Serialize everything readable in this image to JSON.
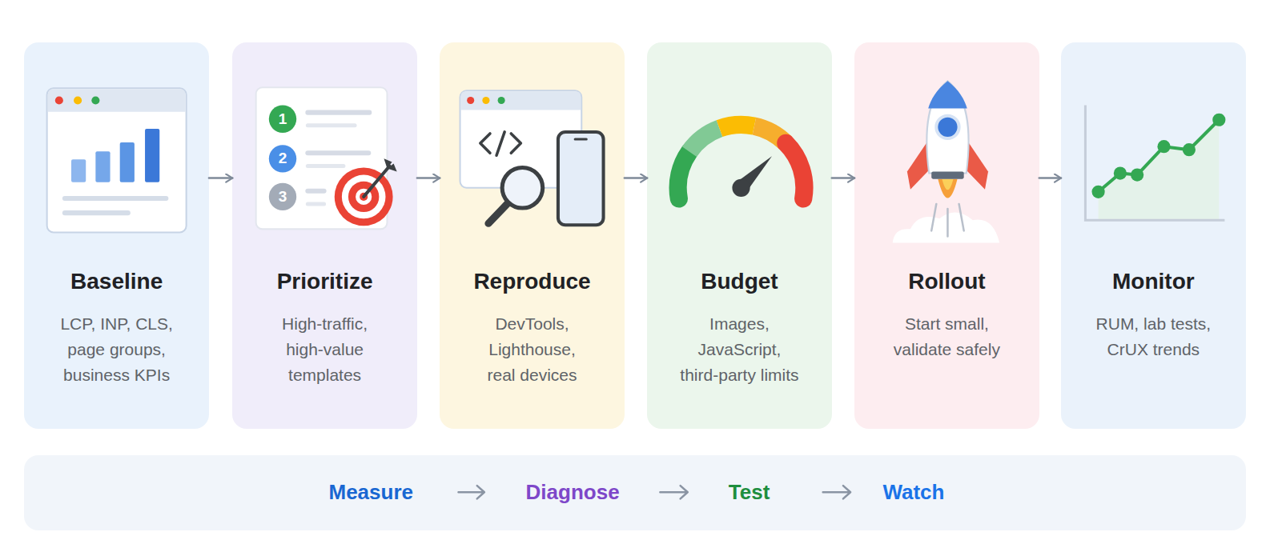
{
  "diagram": {
    "nodes": [
      {
        "text": [
          "Baseline",
          "LCP, INP, CLS, page groups, business KPIs"
        ]
      },
      {
        "text": [
          "Prioritize",
          "High-traffic, high-value templates"
        ]
      },
      {
        "text": [
          "Reproduce",
          "DevTools, Lighthouse, real devices"
        ]
      },
      {
        "text": [
          "Budget",
          "Images, JavaScript, third-party limits"
        ]
      },
      {
        "text": [
          "Rollout",
          "Start small, validate safely"
        ]
      },
      {
        "text": [
          "Monitor",
          "RUM, lab tests, CrUX trends"
        ]
      },
      {
        "text": [
          "Measure",
          "Diagnose",
          "Test",
          "Watch"
        ]
      }
    ],
    "edges": [
      {
        "from": 0,
        "to": 1,
        "arrow": "to"
      },
      {
        "from": 1,
        "to": 2,
        "arrow": "to"
      },
      {
        "from": 2,
        "to": 3,
        "arrow": "to"
      },
      {
        "from": 3,
        "to": 4,
        "arrow": "to"
      },
      {
        "from": 4,
        "to": 5,
        "arrow": "to"
      }
    ],
    "labels": [
      "1",
      "2",
      "3"
    ]
  }
}
